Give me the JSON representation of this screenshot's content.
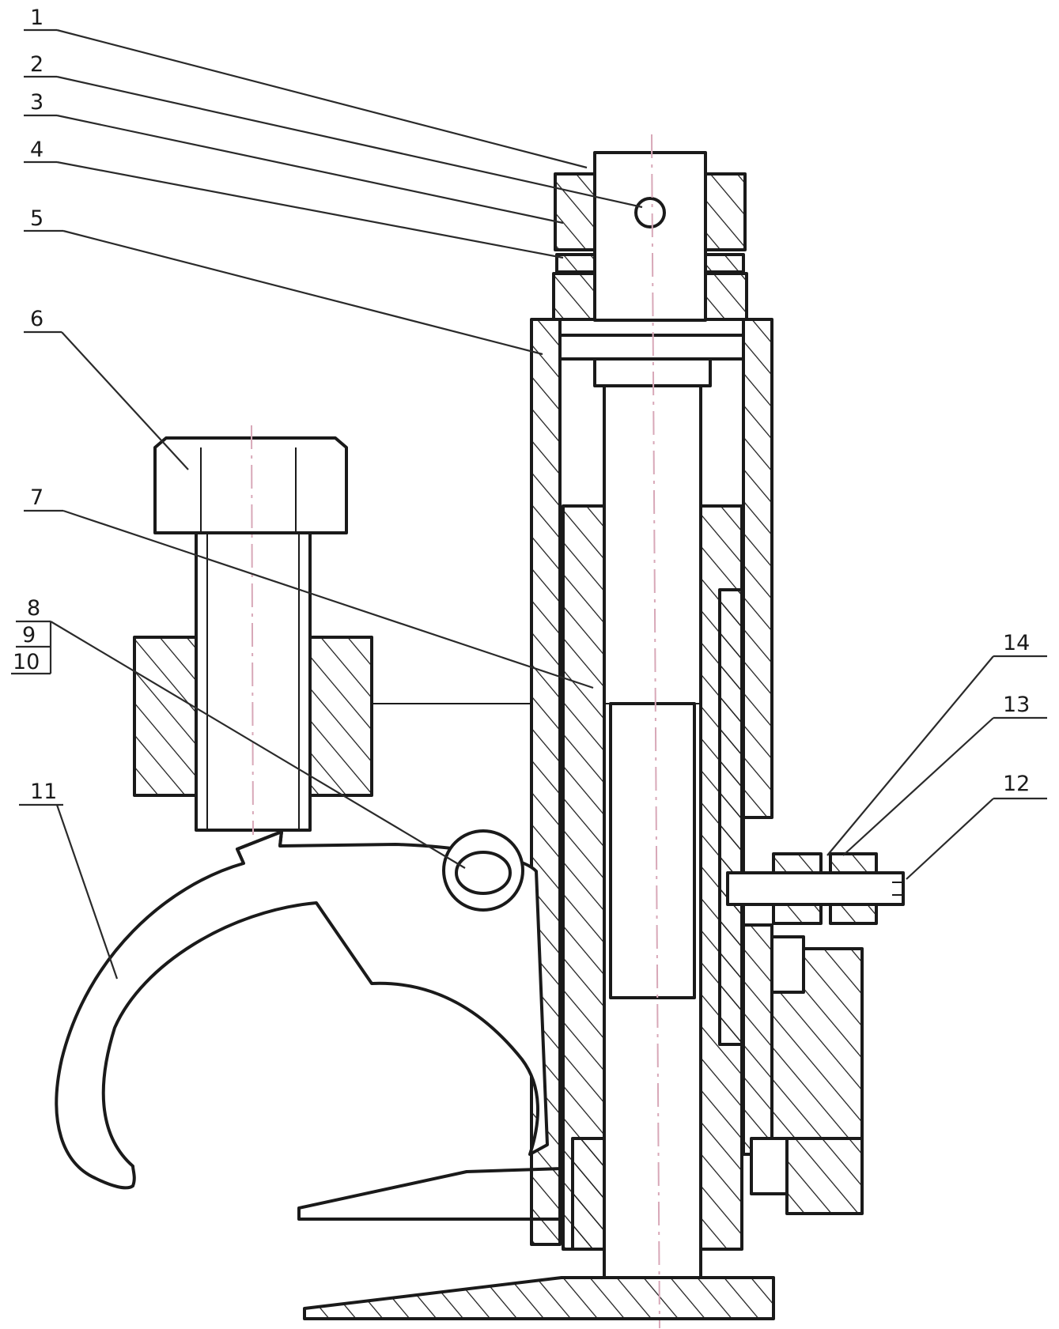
{
  "callouts": [
    {
      "number": "1"
    },
    {
      "number": "2"
    },
    {
      "number": "3"
    },
    {
      "number": "4"
    },
    {
      "number": "5"
    },
    {
      "number": "6"
    },
    {
      "number": "7"
    },
    {
      "number": "8"
    },
    {
      "number": "9"
    },
    {
      "number": "10"
    },
    {
      "number": "11"
    },
    {
      "number": "12"
    },
    {
      "number": "13"
    },
    {
      "number": "14"
    }
  ],
  "colors": {
    "line": "#1a1a1a",
    "centerline": "#d8a8b8",
    "background": "#ffffff"
  }
}
